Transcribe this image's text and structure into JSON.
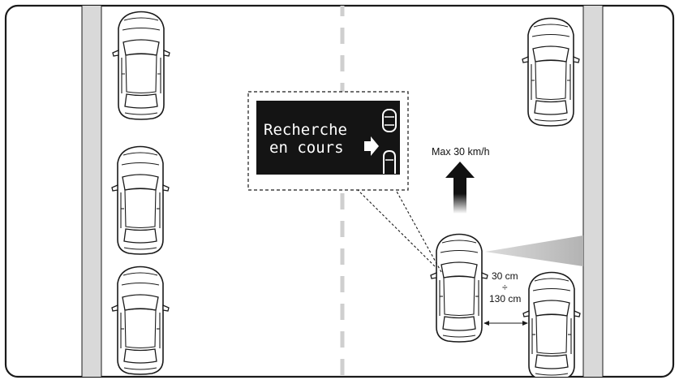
{
  "display": {
    "line1": "Recherche",
    "line2": "en cours"
  },
  "speed_label": "Max 30 km/h",
  "distance": {
    "min": "30 cm",
    "separator": "÷",
    "max": "130 cm"
  },
  "colors": {
    "curb": "#d9d9d9",
    "lane_marking": "#cfcfcf",
    "display_bg": "#141414",
    "sensor_beam": "#b9b9b9"
  },
  "icons": [
    "parked-car-icon",
    "arrow-right-icon",
    "parking-slot-car-icon",
    "arrow-up-icon"
  ]
}
